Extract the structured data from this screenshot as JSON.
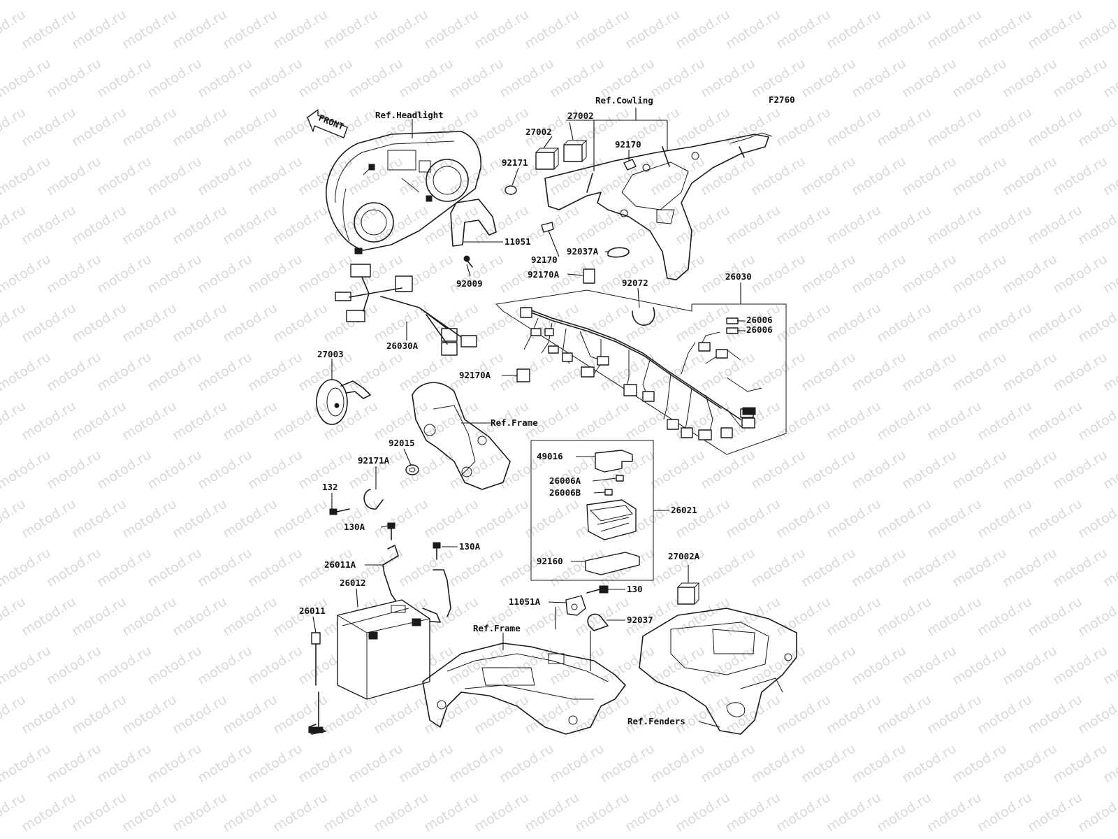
{
  "diagram_code": "F2760",
  "front_arrow_label": "FRONT",
  "watermark_text": "motod.ru",
  "references": {
    "headlight": "Ref.Headlight",
    "cowling": "Ref.Cowling",
    "frame_upper": "Ref.Frame",
    "frame_lower": "Ref.Frame",
    "fenders": "Ref.Fenders"
  },
  "part_labels": {
    "p27002_a": "27002",
    "p27002_b": "27002",
    "p92170_a": "92170",
    "p92171": "92171",
    "p11051": "11051",
    "p92170_b": "92170",
    "p92037A": "92037A",
    "p92009": "92009",
    "p92170A_a": "92170A",
    "p92072": "92072",
    "p26030": "26030",
    "p26006_a": "26006",
    "p26006_b": "26006",
    "p26030A": "26030A",
    "p27003": "27003",
    "p92170A_b": "92170A",
    "p92015": "92015",
    "p92171A": "92171A",
    "p132": "132",
    "p49016": "49016",
    "p26006A": "26006A",
    "p26006B": "26006B",
    "p26021": "26021",
    "p130A_a": "130A",
    "p130A_b": "130A",
    "p92160": "92160",
    "p26011A": "26011A",
    "p27002A": "27002A",
    "p26012": "26012",
    "p130": "130",
    "p11051A": "11051A",
    "p92037": "92037",
    "p26011": "26011"
  }
}
